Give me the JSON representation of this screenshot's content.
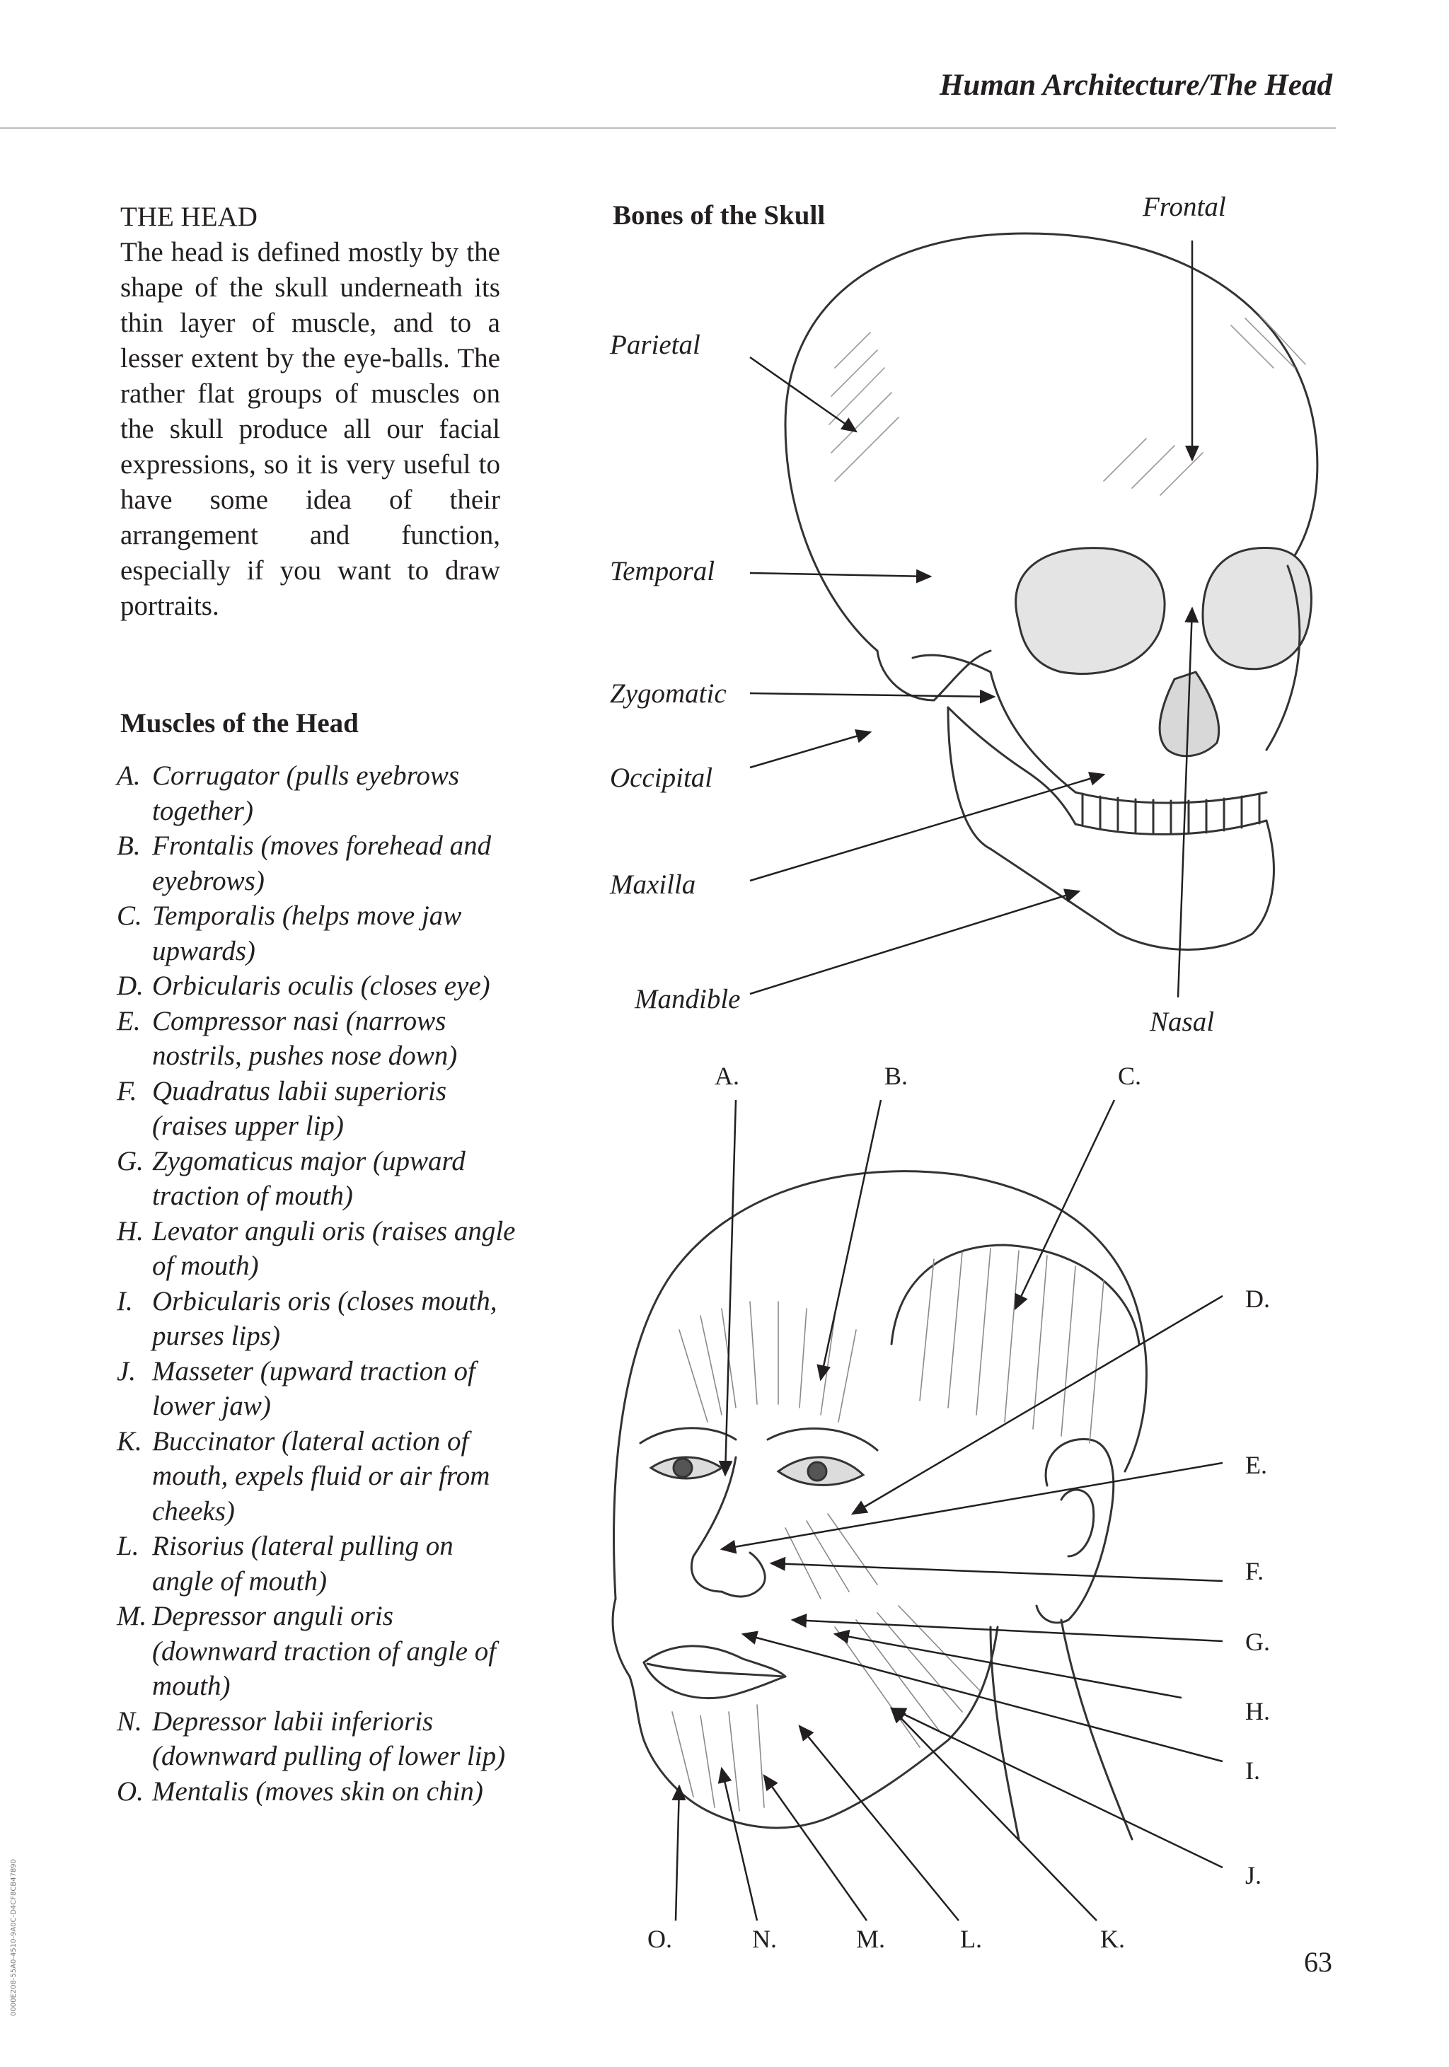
{
  "header": {
    "title": "Human Architecture/The Head"
  },
  "intro": {
    "heading": "THE HEAD",
    "body": "The head is defined mostly by the shape of the skull underneath its thin layer of muscle, and to a lesser extent by the eye-balls. The rather flat groups of muscles on the skull produce all our facial expressions, so it is very useful to have some idea of their arrangement and function, especially if you want to draw portraits."
  },
  "muscles": {
    "heading": "Muscles of the Head",
    "items": [
      {
        "letter": "A.",
        "text": "Corrugator (pulls eyebrows together)"
      },
      {
        "letter": "B.",
        "text": "Frontalis (moves forehead and eyebrows)"
      },
      {
        "letter": "C.",
        "text": "Temporalis (helps move jaw upwards)"
      },
      {
        "letter": "D.",
        "text": "Orbicularis oculis (closes eye)"
      },
      {
        "letter": "E.",
        "text": "Compressor nasi (narrows nostrils, pushes nose down)"
      },
      {
        "letter": "F.",
        "text": "Quadratus labii superioris (raises upper lip)"
      },
      {
        "letter": "G.",
        "text": "Zygomaticus major (upward traction of mouth)"
      },
      {
        "letter": "H.",
        "text": "Levator anguli oris (raises angle of mouth)"
      },
      {
        "letter": "I.",
        "text": "Orbicularis oris (closes mouth, purses lips)"
      },
      {
        "letter": "J.",
        "text": "Masseter (upward traction of lower jaw)"
      },
      {
        "letter": "K.",
        "text": "Buccinator (lateral action of mouth, expels fluid or air from cheeks)"
      },
      {
        "letter": "L.",
        "text": "Risorius (lateral pulling on angle of mouth)"
      },
      {
        "letter": "M.",
        "text": "Depressor anguli oris (downward traction of angle of mouth)"
      },
      {
        "letter": "N.",
        "text": "Depressor labii inferioris (downward pulling of lower lip)"
      },
      {
        "letter": "O.",
        "text": "Mentalis (moves skin on chin)"
      }
    ]
  },
  "skull_figure": {
    "heading": "Bones of the Skull",
    "labels": {
      "frontal": "Frontal",
      "parietal": "Parietal",
      "temporal": "Temporal",
      "zygomatic": "Zygomatic",
      "occipital": "Occipital",
      "maxilla": "Maxilla",
      "mandible": "Mandible",
      "nasal": "Nasal"
    }
  },
  "muscle_figure": {
    "top_labels": [
      "A.",
      "B.",
      "C."
    ],
    "right_labels": [
      "D.",
      "E.",
      "F.",
      "G.",
      "H.",
      "I.",
      "J."
    ],
    "bottom_labels": [
      "O.",
      "N.",
      "M.",
      "L.",
      "K."
    ]
  },
  "page_number": "63",
  "side_code": "0000E208-55A0-4510-9A0C-D4CF8CB47890"
}
